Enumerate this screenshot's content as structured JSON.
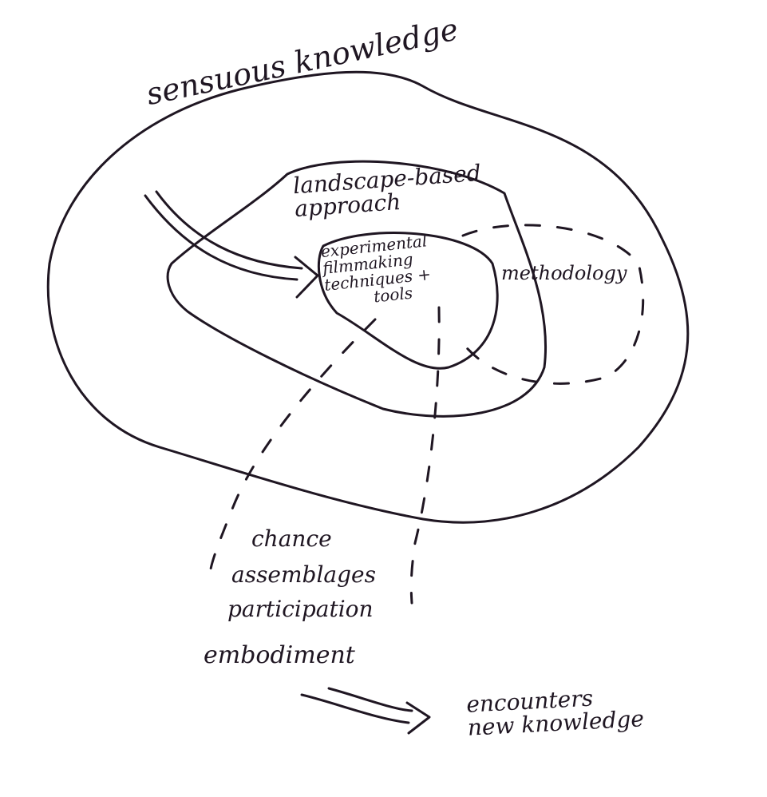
{
  "diagram": {
    "outer_label": "sensuous knowledge",
    "middle_label": [
      "landscape-based",
      "approach"
    ],
    "inner_label": [
      "experimental",
      "filmmaking",
      "techniques +",
      "tools"
    ],
    "dashed_label": "methodology",
    "outcomes": [
      "chance",
      "assemblages",
      "participation",
      "embodiment"
    ],
    "result_label": [
      "encounters",
      "new knowledge"
    ],
    "ink_color": "#1f1622"
  }
}
